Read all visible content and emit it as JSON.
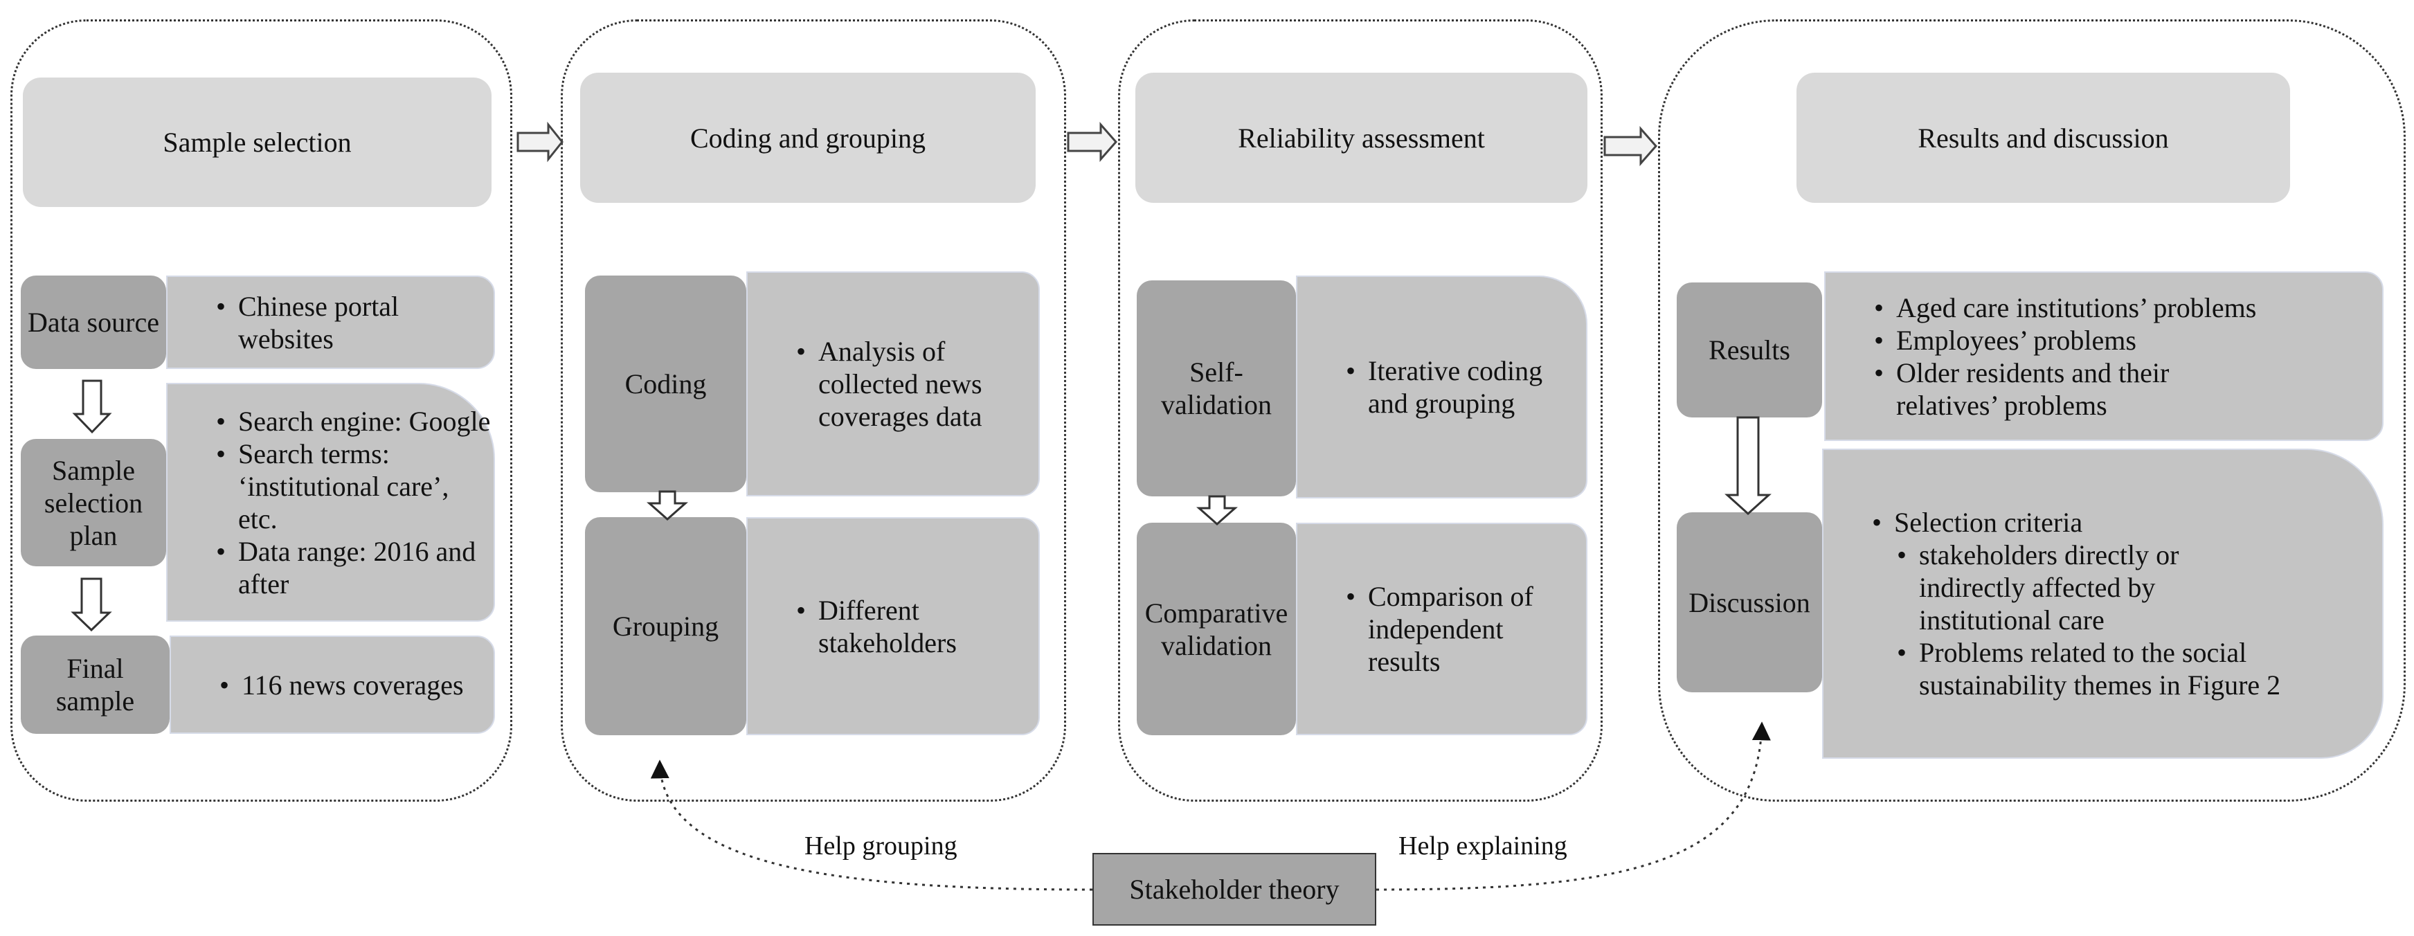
{
  "stages": {
    "sample_selection": {
      "header": "Sample selection",
      "rows": [
        {
          "label": "Data source",
          "items": [
            "Chinese portal websites"
          ]
        },
        {
          "label": "Sample selection plan",
          "items": [
            "Search engine: Google",
            "Search terms: ‘institutional care’, etc.",
            "Data range: 2016 and after"
          ]
        },
        {
          "label": "Final sample",
          "items": [
            "116 news coverages"
          ]
        }
      ]
    },
    "coding_grouping": {
      "header": "Coding and grouping",
      "rows": [
        {
          "label": "Coding",
          "items": [
            "Analysis of collected news coverages data"
          ]
        },
        {
          "label": "Grouping",
          "items": [
            "Different stakeholders"
          ]
        }
      ]
    },
    "reliability": {
      "header": "Reliability assessment",
      "rows": [
        {
          "label": "Self-validation",
          "items": [
            "Iterative coding and grouping"
          ]
        },
        {
          "label": "Comparative validation",
          "items": [
            "Comparison of independent results"
          ]
        }
      ]
    },
    "results_discussion": {
      "header": "Results and discussion",
      "rows": [
        {
          "label": "Results",
          "items": [
            "Aged care institutions’ problems",
            "Employees’ problems",
            "Older residents and their relatives’ problems"
          ]
        },
        {
          "label": "Discussion",
          "items": [
            "Selection criteria"
          ],
          "subitems": [
            "stakeholders directly or indirectly affected by institutional care",
            "Problems related to the social sustainability themes in Figure 2"
          ]
        }
      ]
    }
  },
  "theory": {
    "label": "Stakeholder theory",
    "left_link": "Help grouping",
    "right_link": "Help explaining"
  },
  "colors": {
    "header_fill": "#d9d9d9",
    "label_fill": "#a6a6a6",
    "panel_fill": "#c4c4c4",
    "border": "#333333"
  }
}
